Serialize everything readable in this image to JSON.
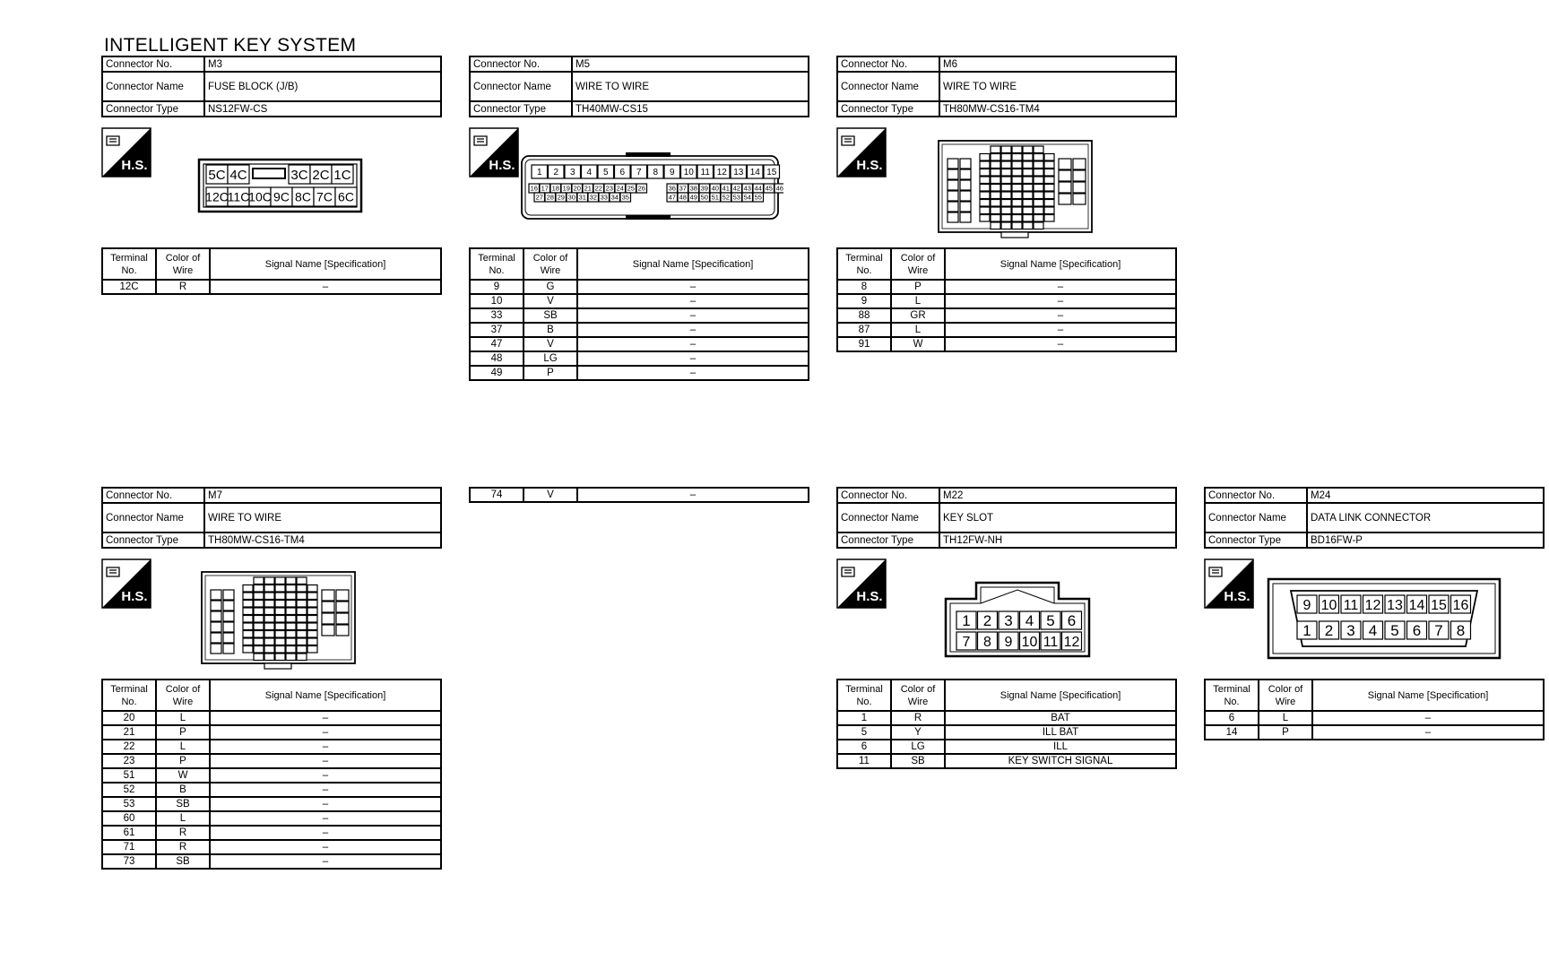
{
  "page_title": "INTELLIGENT KEY SYSTEM",
  "labels": {
    "connector_no": "Connector No.",
    "connector_name": "Connector Name",
    "connector_type": "Connector Type",
    "terminal_no": "Terminal No.",
    "color_of_wire": "Color of Wire",
    "signal_name": "Signal Name [Specification]",
    "hs": "H.S."
  },
  "connectors": [
    {
      "no": "M3",
      "name": "FUSE BLOCK (J/B)",
      "type": "NS12FW-CS",
      "pins_top": [
        "5C",
        "4C",
        "",
        "3C",
        "2C",
        "1C"
      ],
      "pins_bottom": [
        "12C",
        "11C",
        "10C",
        "9C",
        "8C",
        "7C",
        "6C"
      ],
      "rows": [
        [
          "12C",
          "R",
          "–"
        ]
      ]
    },
    {
      "no": "M5",
      "name": "WIRE TO WIRE",
      "type": "TH40MW-CS15",
      "pins_top": [
        "1",
        "2",
        "3",
        "4",
        "5",
        "6",
        "7",
        "8",
        "9",
        "10",
        "11",
        "12",
        "13",
        "14",
        "15"
      ],
      "pins_bottom": [
        "16",
        "17",
        "18",
        "19",
        "20",
        "21",
        "22",
        "23",
        "24",
        "25",
        "26",
        "36",
        "37",
        "38",
        "39",
        "40",
        "41",
        "42",
        "43",
        "44",
        "45",
        "46"
      ],
      "pins_bottom2": [
        "27",
        "28",
        "29",
        "30",
        "31",
        "32",
        "33",
        "34",
        "35",
        "47",
        "48",
        "49",
        "50",
        "51",
        "52",
        "53",
        "54",
        "55"
      ],
      "rows": [
        [
          "9",
          "G",
          "–"
        ],
        [
          "10",
          "V",
          "–"
        ],
        [
          "33",
          "SB",
          "–"
        ],
        [
          "37",
          "B",
          "–"
        ],
        [
          "47",
          "V",
          "–"
        ],
        [
          "48",
          "LG",
          "–"
        ],
        [
          "49",
          "P",
          "–"
        ]
      ],
      "continued_rows": [
        [
          "74",
          "V",
          "–"
        ]
      ]
    },
    {
      "no": "M6",
      "name": "WIRE TO WIRE",
      "type": "TH80MW-CS16-TM4",
      "rows": [
        [
          "8",
          "P",
          "–"
        ],
        [
          "9",
          "L",
          "–"
        ],
        [
          "88",
          "GR",
          "–"
        ],
        [
          "87",
          "L",
          "–"
        ],
        [
          "91",
          "W",
          "–"
        ]
      ]
    },
    {
      "no": "M7",
      "name": "WIRE TO WIRE",
      "type": "TH80MW-CS16-TM4",
      "rows": [
        [
          "20",
          "L",
          "–"
        ],
        [
          "21",
          "P",
          "–"
        ],
        [
          "22",
          "L",
          "–"
        ],
        [
          "23",
          "P",
          "–"
        ],
        [
          "51",
          "W",
          "–"
        ],
        [
          "52",
          "B",
          "–"
        ],
        [
          "53",
          "SB",
          "–"
        ],
        [
          "60",
          "L",
          "–"
        ],
        [
          "61",
          "R",
          "–"
        ],
        [
          "71",
          "R",
          "–"
        ],
        [
          "73",
          "SB",
          "–"
        ]
      ]
    },
    {
      "no": "M22",
      "name": "KEY SLOT",
      "type": "TH12FW-NH",
      "pins_top": [
        "1",
        "2",
        "3",
        "4",
        "5",
        "6"
      ],
      "pins_bottom": [
        "7",
        "8",
        "9",
        "10",
        "11",
        "12"
      ],
      "rows": [
        [
          "1",
          "R",
          "BAT"
        ],
        [
          "5",
          "Y",
          "ILL BAT"
        ],
        [
          "6",
          "LG",
          "ILL"
        ],
        [
          "11",
          "SB",
          "KEY SWITCH SIGNAL"
        ]
      ]
    },
    {
      "no": "M24",
      "name": "DATA LINK CONNECTOR",
      "type": "BD16FW-P",
      "pins_top": [
        "9",
        "10",
        "11",
        "12",
        "13",
        "14",
        "15",
        "16"
      ],
      "pins_bottom": [
        "1",
        "2",
        "3",
        "4",
        "5",
        "6",
        "7",
        "8"
      ],
      "rows": [
        [
          "6",
          "L",
          "–"
        ],
        [
          "14",
          "P",
          "–"
        ]
      ]
    }
  ]
}
